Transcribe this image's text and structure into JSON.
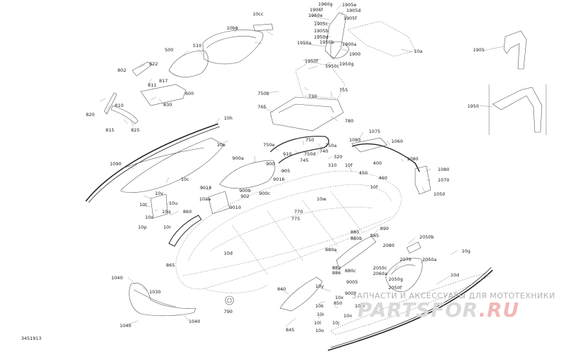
{
  "doc_number": "3451913",
  "watermark": {
    "caption": "ЗАПЧАСТИ И АКСЕССУАРЫ ДЛЯ МОТОТЕХНИКИ",
    "brand_main": "PARTSFOR",
    "brand_tld": ".RU"
  },
  "callouts": [
    {
      "id": "10cc",
      "label": "10cc"
    },
    {
      "id": "10bb",
      "label": "10bb"
    },
    {
      "id": "500",
      "label": "500"
    },
    {
      "id": "510",
      "label": "510"
    },
    {
      "id": "802",
      "label": "802"
    },
    {
      "id": "822",
      "label": "822"
    },
    {
      "id": "811",
      "label": "811"
    },
    {
      "id": "817",
      "label": "817"
    },
    {
      "id": "600",
      "label": "600"
    },
    {
      "id": "830",
      "label": "830"
    },
    {
      "id": "810",
      "label": "810"
    },
    {
      "id": "820",
      "label": "820"
    },
    {
      "id": "815",
      "label": "815"
    },
    {
      "id": "825",
      "label": "825"
    },
    {
      "id": "1960g",
      "label": "1960g"
    },
    {
      "id": "1906f",
      "label": "1906f"
    },
    {
      "id": "1960e",
      "label": "1960e"
    },
    {
      "id": "1905e",
      "label": "1905e"
    },
    {
      "id": "1905d",
      "label": "1905d"
    },
    {
      "id": "1905f",
      "label": "1905f"
    },
    {
      "id": "1905c",
      "label": "1905c"
    },
    {
      "id": "1905b",
      "label": "1905b"
    },
    {
      "id": "1950d",
      "label": "1950d"
    },
    {
      "id": "1950a",
      "label": "1950a"
    },
    {
      "id": "1950b",
      "label": "1950b"
    },
    {
      "id": "1900a",
      "label": "1900a"
    },
    {
      "id": "1900",
      "label": "1900"
    },
    {
      "id": "1950f",
      "label": "1950f"
    },
    {
      "id": "1950c",
      "label": "1950c"
    },
    {
      "id": "1950g",
      "label": "1950g"
    },
    {
      "id": "10a",
      "label": "10a"
    },
    {
      "id": "1905",
      "label": "1905"
    },
    {
      "id": "1950",
      "label": "1950"
    },
    {
      "id": "750b",
      "label": "750b"
    },
    {
      "id": "730",
      "label": "730"
    },
    {
      "id": "755",
      "label": "755"
    },
    {
      "id": "765",
      "label": "765"
    },
    {
      "id": "780",
      "label": "780"
    },
    {
      "id": "10h",
      "label": "10h"
    },
    {
      "id": "10e",
      "label": "10e"
    },
    {
      "id": "1090",
      "label": "1090"
    },
    {
      "id": "10c",
      "label": "10c"
    },
    {
      "id": "750e",
      "label": "750e"
    },
    {
      "id": "750",
      "label": "750"
    },
    {
      "id": "750a",
      "label": "750a"
    },
    {
      "id": "910",
      "label": "910"
    },
    {
      "id": "750d",
      "label": "750d"
    },
    {
      "id": "740",
      "label": "740"
    },
    {
      "id": "745",
      "label": "745"
    },
    {
      "id": "320",
      "label": "320"
    },
    {
      "id": "310",
      "label": "310"
    },
    {
      "id": "10f_a",
      "label": "10f"
    },
    {
      "id": "1075",
      "label": "1075"
    },
    {
      "id": "1080_a",
      "label": "1080"
    },
    {
      "id": "1060",
      "label": "1060"
    },
    {
      "id": "1080_b",
      "label": "1080"
    },
    {
      "id": "1080_c",
      "label": "1080"
    },
    {
      "id": "1070",
      "label": "1070"
    },
    {
      "id": "1050",
      "label": "1050"
    },
    {
      "id": "400",
      "label": "400"
    },
    {
      "id": "450",
      "label": "450"
    },
    {
      "id": "460",
      "label": "460"
    },
    {
      "id": "10f_b",
      "label": "10f"
    },
    {
      "id": "900a",
      "label": "900a"
    },
    {
      "id": "900",
      "label": "900"
    },
    {
      "id": "905",
      "label": "905"
    },
    {
      "id": "9018",
      "label": "9018"
    },
    {
      "id": "9016",
      "label": "9016"
    },
    {
      "id": "900b",
      "label": "900b"
    },
    {
      "id": "902",
      "label": "902"
    },
    {
      "id": "900c",
      "label": "900c"
    },
    {
      "id": "9010",
      "label": "9010"
    },
    {
      "id": "10aa",
      "label": "10aa"
    },
    {
      "id": "10w",
      "label": "10w"
    },
    {
      "id": "10v",
      "label": "10v"
    },
    {
      "id": "10t",
      "label": "10t"
    },
    {
      "id": "10u",
      "label": "10u"
    },
    {
      "id": "10q",
      "label": "10q"
    },
    {
      "id": "10s",
      "label": "10s"
    },
    {
      "id": "10p",
      "label": "10p"
    },
    {
      "id": "10r",
      "label": "10r"
    },
    {
      "id": "860",
      "label": "860"
    },
    {
      "id": "770",
      "label": "770"
    },
    {
      "id": "775",
      "label": "775"
    },
    {
      "id": "10d",
      "label": "10d"
    },
    {
      "id": "865",
      "label": "865"
    },
    {
      "id": "1040_a",
      "label": "1040"
    },
    {
      "id": "1030",
      "label": "1030"
    },
    {
      "id": "1040_b",
      "label": "1040"
    },
    {
      "id": "1040_c",
      "label": "1040"
    },
    {
      "id": "790",
      "label": "790"
    },
    {
      "id": "840",
      "label": "840"
    },
    {
      "id": "845",
      "label": "845"
    },
    {
      "id": "890",
      "label": "890"
    },
    {
      "id": "880",
      "label": "880"
    },
    {
      "id": "885",
      "label": "885"
    },
    {
      "id": "880b",
      "label": "880b"
    },
    {
      "id": "880a",
      "label": "880a"
    },
    {
      "id": "882",
      "label": "882"
    },
    {
      "id": "886",
      "label": "886"
    },
    {
      "id": "880c",
      "label": "880c"
    },
    {
      "id": "2050b",
      "label": "2050b"
    },
    {
      "id": "2080",
      "label": "2080"
    },
    {
      "id": "2070",
      "label": "2070"
    },
    {
      "id": "2050a",
      "label": "2050a"
    },
    {
      "id": "10g",
      "label": "10g"
    },
    {
      "id": "2050c",
      "label": "2050c"
    },
    {
      "id": "2060a",
      "label": "2060a"
    },
    {
      "id": "2050g",
      "label": "2050g"
    },
    {
      "id": "10d2",
      "label": "10d"
    },
    {
      "id": "2050f",
      "label": "2050f"
    },
    {
      "id": "9005",
      "label": "9005"
    },
    {
      "id": "9000",
      "label": "9000"
    },
    {
      "id": "10y",
      "label": "10y"
    },
    {
      "id": "10x",
      "label": "10x"
    },
    {
      "id": "10k",
      "label": "10k"
    },
    {
      "id": "10i",
      "label": "10i"
    },
    {
      "id": "10l",
      "label": "10l"
    },
    {
      "id": "10j",
      "label": "10j"
    },
    {
      "id": "10m",
      "label": "10m"
    },
    {
      "id": "10n",
      "label": "10n"
    },
    {
      "id": "10o",
      "label": "10o"
    },
    {
      "id": "850",
      "label": "850"
    }
  ]
}
